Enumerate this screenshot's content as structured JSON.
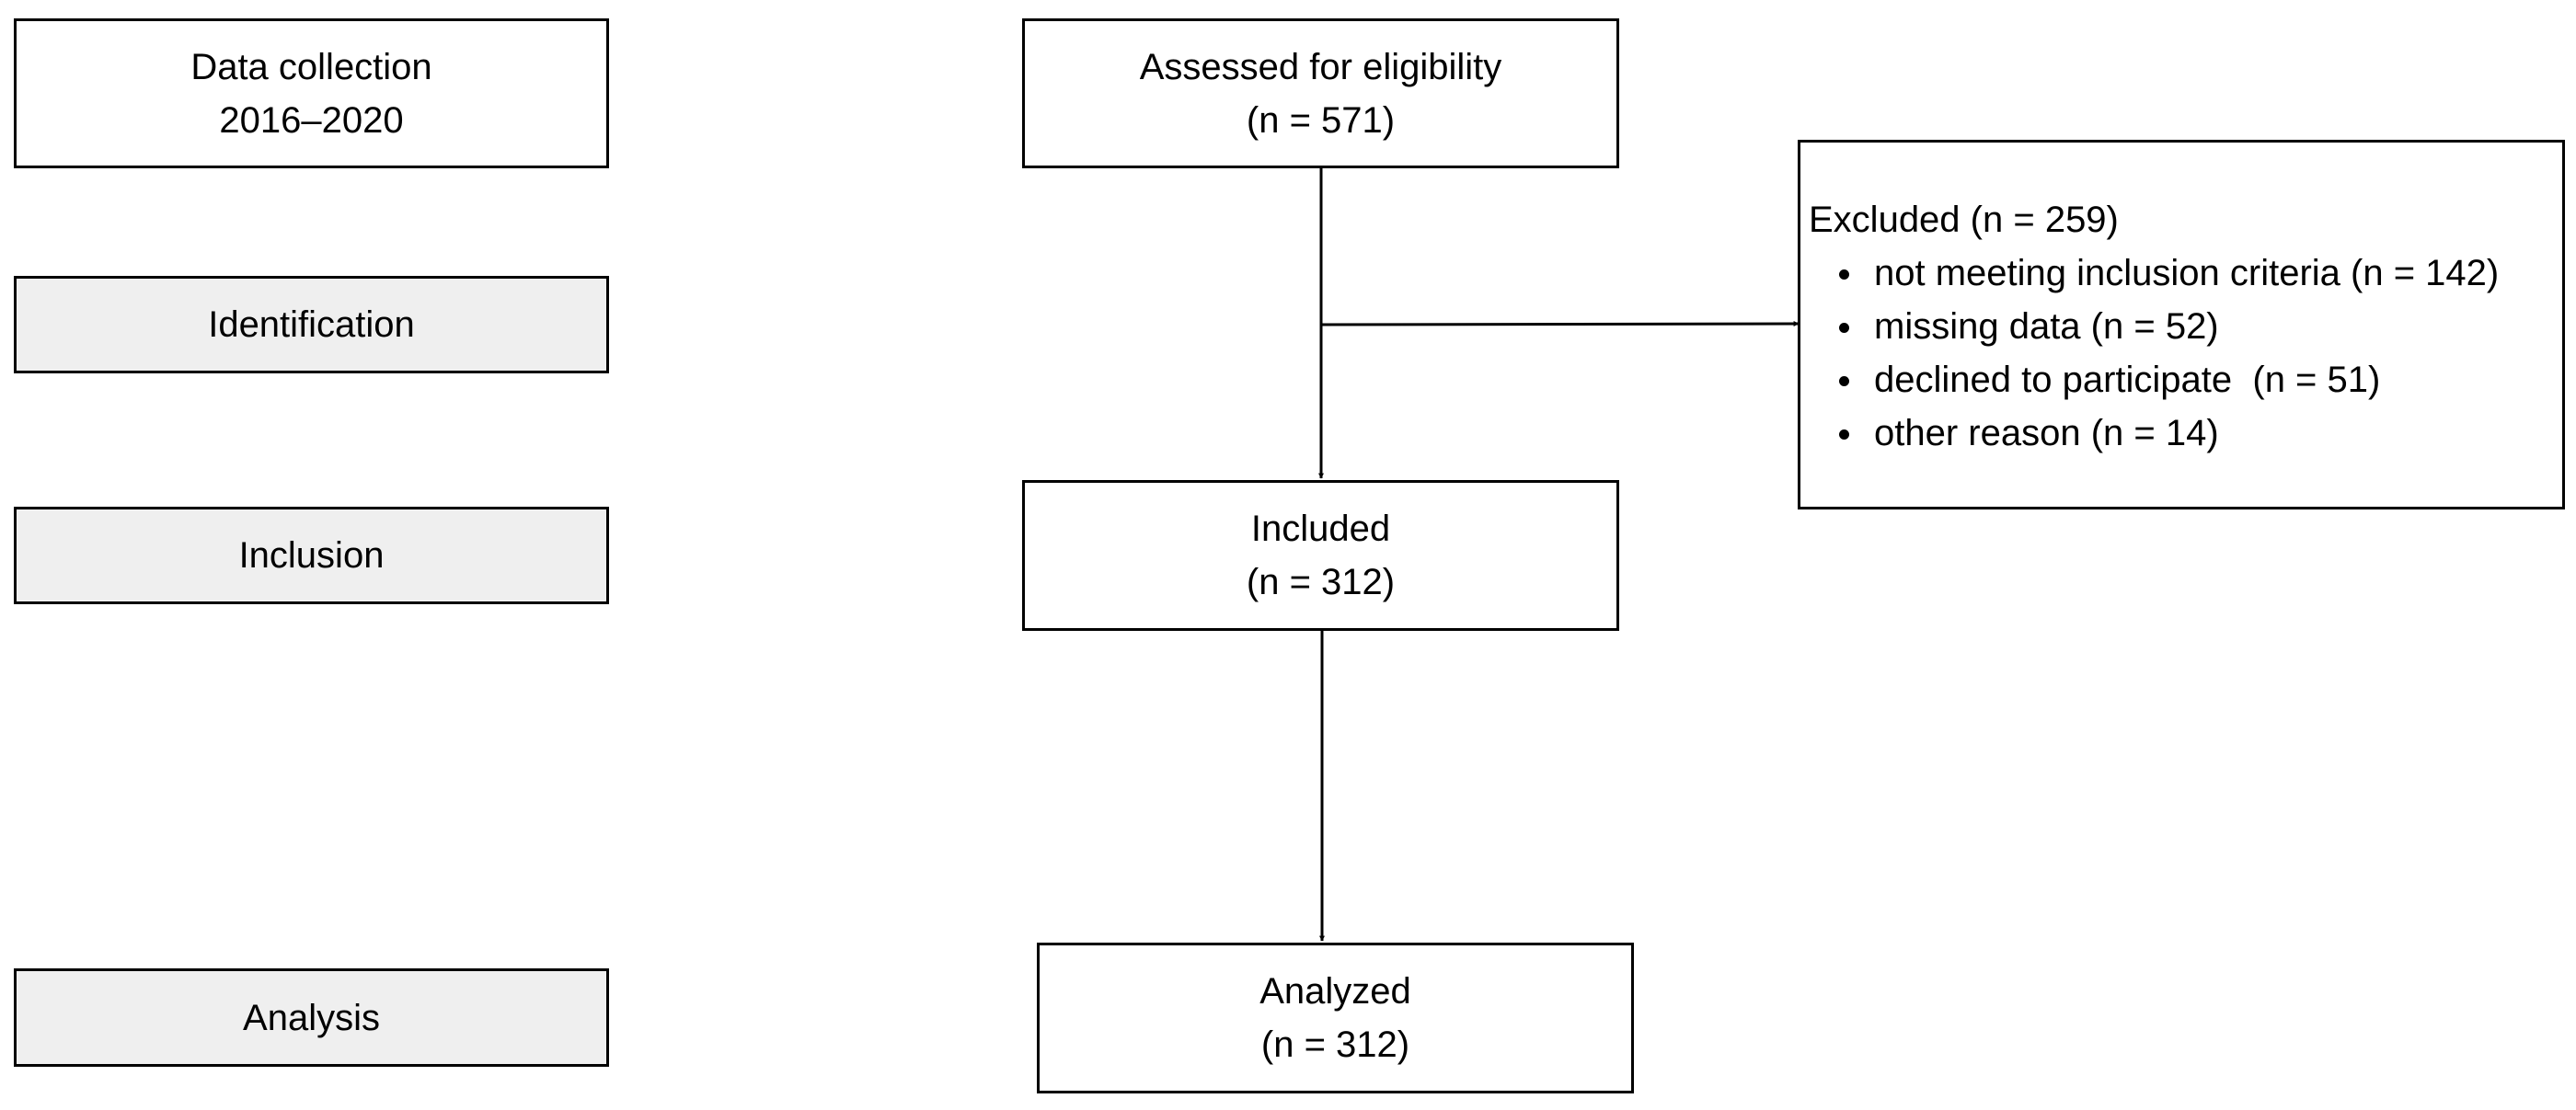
{
  "stages": {
    "data_collection": [
      "Data collection",
      "2016–2020"
    ],
    "identification": "Identification",
    "inclusion": "Inclusion",
    "analysis": "Analysis"
  },
  "flow": {
    "assessed": [
      "Assessed for eligibility",
      "(n = 571)"
    ],
    "included": [
      "Included",
      "(n = 312)"
    ],
    "analyzed": [
      "Analyzed",
      "(n = 312)"
    ]
  },
  "excluded": {
    "title": "Excluded (n = 259)",
    "reasons": [
      "not meeting inclusion criteria (n = 142)",
      "missing data (n = 52)",
      "declined to participate  (n = 51)",
      "other reason (n = 14)"
    ]
  },
  "colors": {
    "stage_fill": "#efefef",
    "box_fill": "#ffffff",
    "stroke": "#000000"
  }
}
